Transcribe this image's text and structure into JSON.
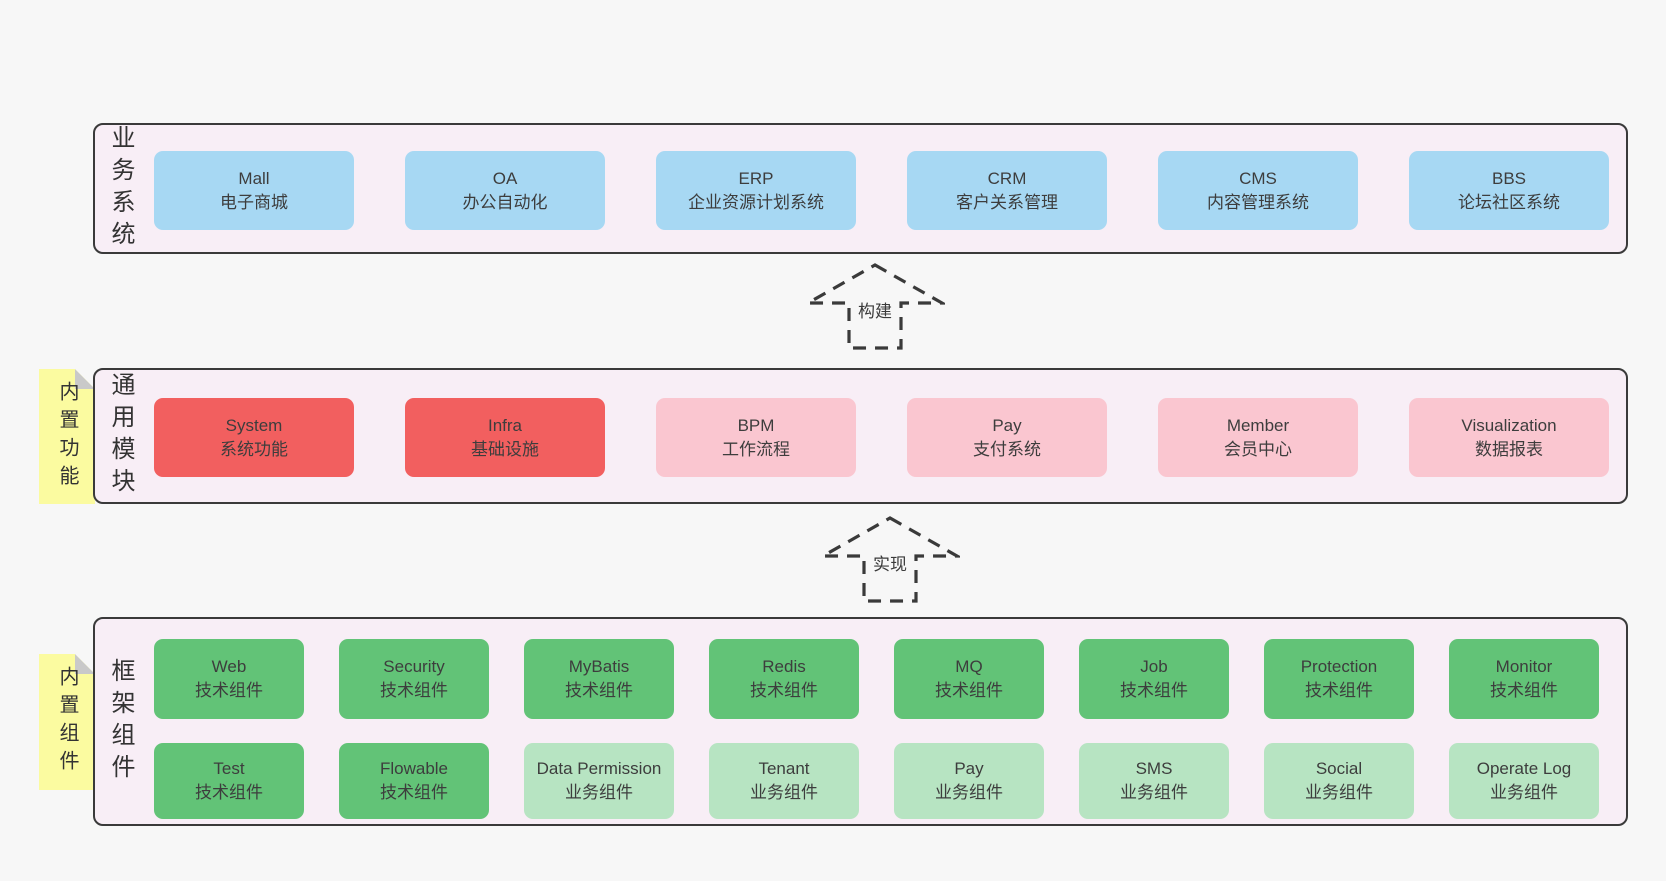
{
  "colors": {
    "page_background": "#f7f7f7",
    "panel_background": "#f8eef6",
    "panel_border": "#3a3a3a",
    "blue_box": "#a7d8f3",
    "red_box": "#f25f5f",
    "pink_box": "#fac6d0",
    "green_box": "#62c377",
    "green_light_box": "#b7e4c2",
    "sticky_note": "#fbfba0",
    "note_fold": "#c9c9c9",
    "text": "#3d3d3d"
  },
  "arrows": [
    {
      "label": "构建"
    },
    {
      "label": "实现"
    }
  ],
  "layers": {
    "business": {
      "side_label": "业务系统",
      "boxes": [
        {
          "title": "Mall",
          "subtitle": "电子商城"
        },
        {
          "title": "OA",
          "subtitle": "办公自动化"
        },
        {
          "title": "ERP",
          "subtitle": "企业资源计划系统"
        },
        {
          "title": "CRM",
          "subtitle": "客户关系管理"
        },
        {
          "title": "CMS",
          "subtitle": "内容管理系统"
        },
        {
          "title": "BBS",
          "subtitle": "论坛社区系统"
        }
      ]
    },
    "modules": {
      "side_label": "通用模块",
      "note": "内置功能",
      "boxes": [
        {
          "title": "System",
          "subtitle": "系统功能"
        },
        {
          "title": "Infra",
          "subtitle": "基础设施"
        },
        {
          "title": "BPM",
          "subtitle": "工作流程"
        },
        {
          "title": "Pay",
          "subtitle": "支付系统"
        },
        {
          "title": "Member",
          "subtitle": "会员中心"
        },
        {
          "title": "Visualization",
          "subtitle": "数据报表"
        }
      ]
    },
    "components": {
      "side_label": "框架组件",
      "note": "内置组件",
      "rows": [
        [
          {
            "title": "Web",
            "subtitle": "技术组件"
          },
          {
            "title": "Security",
            "subtitle": "技术组件"
          },
          {
            "title": "MyBatis",
            "subtitle": "技术组件"
          },
          {
            "title": "Redis",
            "subtitle": "技术组件"
          },
          {
            "title": "MQ",
            "subtitle": "技术组件"
          },
          {
            "title": "Job",
            "subtitle": "技术组件"
          },
          {
            "title": "Protection",
            "subtitle": "技术组件"
          },
          {
            "title": "Monitor",
            "subtitle": "技术组件"
          }
        ],
        [
          {
            "title": "Test",
            "subtitle": "技术组件"
          },
          {
            "title": "Flowable",
            "subtitle": "技术组件"
          },
          {
            "title": "Data Permission",
            "subtitle": "业务组件"
          },
          {
            "title": "Tenant",
            "subtitle": "业务组件"
          },
          {
            "title": "Pay",
            "subtitle": "业务组件"
          },
          {
            "title": "SMS",
            "subtitle": "业务组件"
          },
          {
            "title": "Social",
            "subtitle": "业务组件"
          },
          {
            "title": "Operate Log",
            "subtitle": "业务组件"
          }
        ]
      ]
    }
  }
}
